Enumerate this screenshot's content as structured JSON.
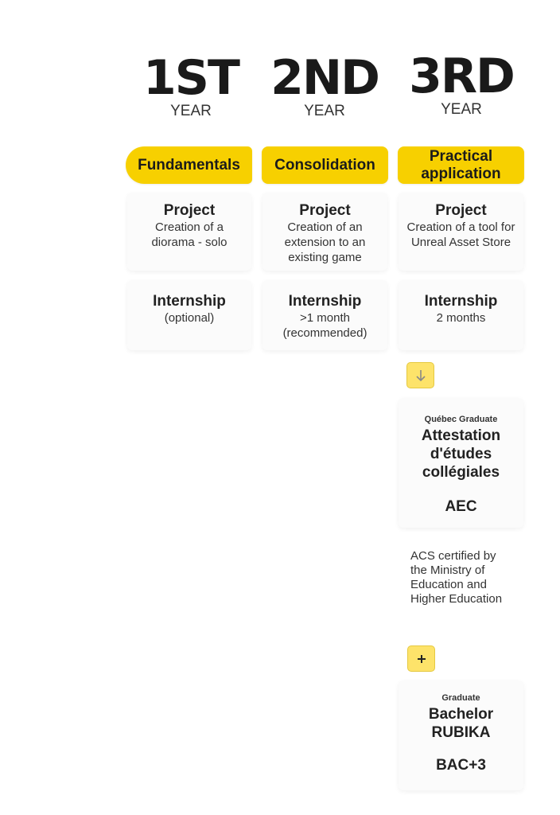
{
  "years": [
    {
      "num": "1ST",
      "label": "YEAR"
    },
    {
      "num": "2ND",
      "label": "YEAR"
    },
    {
      "num": "3RD",
      "label": "YEAR"
    }
  ],
  "phases": [
    "Fundamentals",
    "Consolidation",
    "Practical application"
  ],
  "projects": [
    {
      "title": "Project",
      "text": "Creation of a diorama - solo"
    },
    {
      "title": "Project",
      "text": "Creation of an extension to an existing game"
    },
    {
      "title": "Project",
      "text": "Creation of a tool for Unreal Asset Store"
    }
  ],
  "internships": [
    {
      "title": "Internship",
      "text": "(optional)"
    },
    {
      "title": "Internship",
      "text": ">1 month (recommended)"
    },
    {
      "title": "Internship",
      "text": "2 months"
    }
  ],
  "arrow_icon": "arrow-down-icon",
  "aec": {
    "caption": "Québec Graduate",
    "title": "Attestation d'études collégiales",
    "code": "AEC"
  },
  "acs_note": "ACS certified by the Ministry of Education and Higher Education",
  "plus_icon": "plus-icon",
  "bachelor": {
    "caption": "Graduate",
    "title": "Bachelor RUBIKA",
    "code": "BAC+3"
  },
  "colors": {
    "accent": "#f7d000",
    "accent_light": "#fde36a"
  }
}
